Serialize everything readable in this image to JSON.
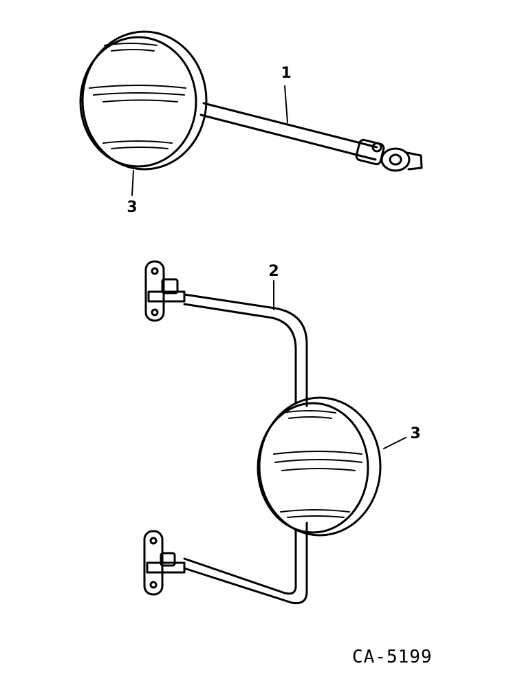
{
  "callouts": {
    "top_rod": "1",
    "top_mirror": "3",
    "bottom_bracket": "2",
    "bottom_mirror": "3"
  },
  "figure_code": "CA-5199"
}
